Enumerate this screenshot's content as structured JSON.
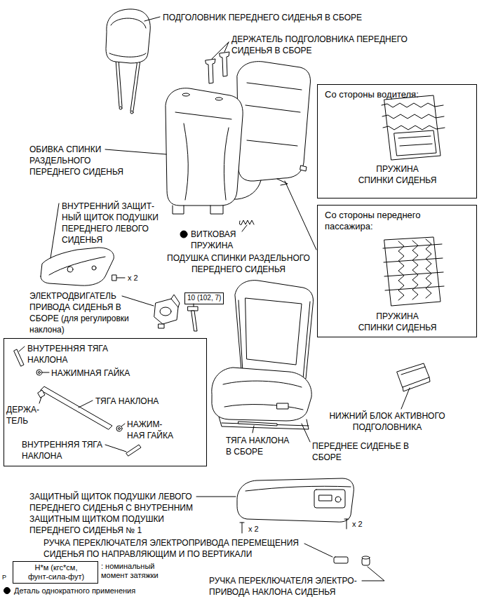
{
  "diagram": {
    "nodes": [
      {
        "text": [
          "Со стороны водителя:",
          "ПРУЖИНА СПИНКИ СИДЕНЬЯ"
        ]
      },
      {
        "text": [
          "Со стороны переднего пассажира:",
          "ПРУЖИНА СПИНКИ СИДЕНЬЯ"
        ]
      },
      {
        "text": [
          "10 (102, 7)"
        ]
      },
      {
        "text": [
          "ВНУТРЕННЯЯ ТЯГА НАКЛОНА",
          "НАЖИМНАЯ ГАЙКА",
          "ТЯГА НАКЛОНА",
          "ДЕРЖА- ТЕЛЬ",
          "НАЖИМ- НАЯ ГАЙКА",
          "ВНУТРЕННЯЯ ТЯГА НАКЛОНА"
        ]
      },
      {
        "text": [
          "Н*м (кгс*см, фунт-сила-фут)"
        ]
      }
    ],
    "labels": [
      "ПОДГОЛОВНИК ПЕРЕДНЕГО СИДЕНЬЯ В СБОРЕ",
      "ДЕРЖАТЕЛЬ ПОДГОЛОВНИКА ПЕРЕДНЕГО СИДЕНЬЯ В СБОРЕ",
      "ОБИВКА СПИНКИ РАЗДЕЛЬНОГО ПЕРЕДНЕГО СИДЕНЬЯ",
      "ВНУТРЕННИЙ ЗАЩИТ- НЫЙ ЩИТОК ПОДУШКИ ПЕРЕДНЕГО ЛЕВОГО СИДЕНЬЯ",
      "ВИТКОВАЯ ПРУЖИНА",
      "ПОДУШКА СПИНКИ РАЗДЕЛЬНОГО ПЕРЕДНЕГО СИДЕНЬЯ",
      "x 2",
      "ЭЛЕКТРОДВИГАТЕЛЬ ПРИВОДА СИДЕНЬЯ В СБОРЕ (для регулировки наклона)",
      "НИЖНИЙ БЛОК АКТИВНОГО ПОДГОЛОВНИКА",
      "ТЯГА НАКЛОНА В СБОРЕ",
      "ПЕРЕДНЕЕ СИДЕНЬЕ В СБОРЕ",
      "ЗАЩИТНЫЙ ЩИТОК ПОДУШКИ ЛЕВОГО ПЕРЕДНЕГО СИДЕНЬЯ С ВНУТРЕННИМ ЗАЩИТНЫМ ЩИТКОМ ПОДУШКИ ПЕРЕДНЕГО СИДЕНЬЯ № 1",
      "x 2",
      "x 2",
      "РУЧКА ПЕРЕКЛЮЧАТЕЛЯ ЭЛЕКТРОПРИВОДА ПЕРЕМЕЩЕНИЯ СИДЕНЬЯ ПО НАПРАВЛЯЮЩИМ И ПО ВЕРТИКАЛИ",
      ": номинальный момент затяжки",
      "P",
      "РУЧКА ПЕРЕКЛЮЧАТЕЛЯ ЭЛЕКТРО- ПРИВОДА НАКЛОНА СИДЕНЬЯ"
    ],
    "legend": [
      {
        "text": "Деталь однократного применения"
      }
    ]
  }
}
